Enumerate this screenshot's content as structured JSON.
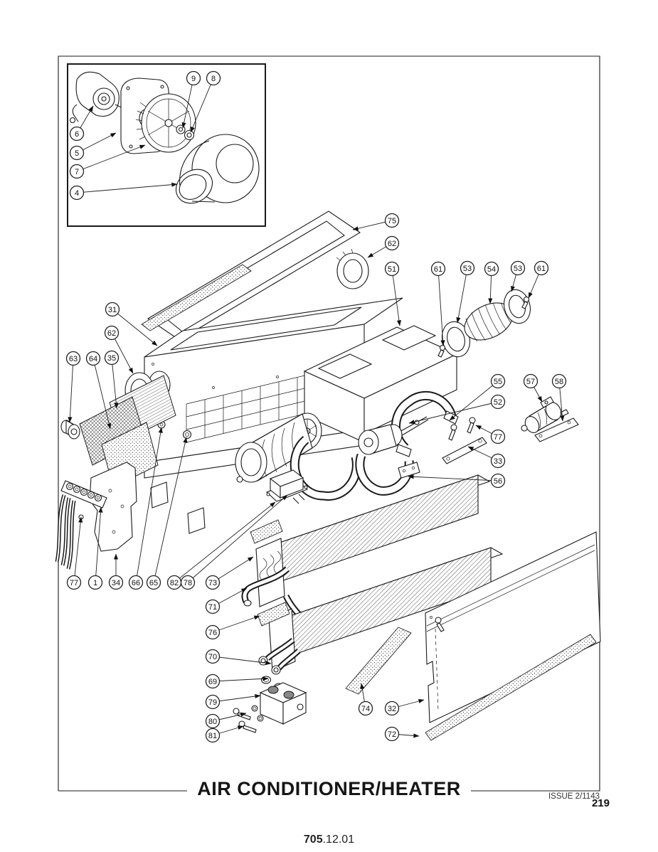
{
  "page": {
    "title": "AIR CONDITIONER/HEATER",
    "issue_label": "ISSUE 2/1143",
    "page_number": "219",
    "doc_code_bold": "705",
    "doc_code_suffix": ".12.01"
  },
  "callouts": {
    "c9": "9",
    "c8": "8",
    "c6": "6",
    "c5": "5",
    "c7": "7",
    "c4": "4",
    "c75": "75",
    "c62a": "62",
    "c51": "51",
    "c61a": "61",
    "c53a": "53",
    "c54": "54",
    "c53b": "53",
    "c61b": "61",
    "c31": "31",
    "c62b": "62",
    "c63": "63",
    "c64": "64",
    "c35": "35",
    "c55": "55",
    "c52": "52",
    "c57": "57",
    "c58": "58",
    "c77a": "77",
    "c33": "33",
    "c56": "56",
    "c77b": "77",
    "c1": "1",
    "c34": "34",
    "c66": "66",
    "c65": "65",
    "c82": "82",
    "c78": "78",
    "c73": "73",
    "c71": "71",
    "c76": "76",
    "c70": "70",
    "c69": "69",
    "c79": "79",
    "c80": "80",
    "c81": "81",
    "c74": "74",
    "c32": "32",
    "c72": "72"
  }
}
